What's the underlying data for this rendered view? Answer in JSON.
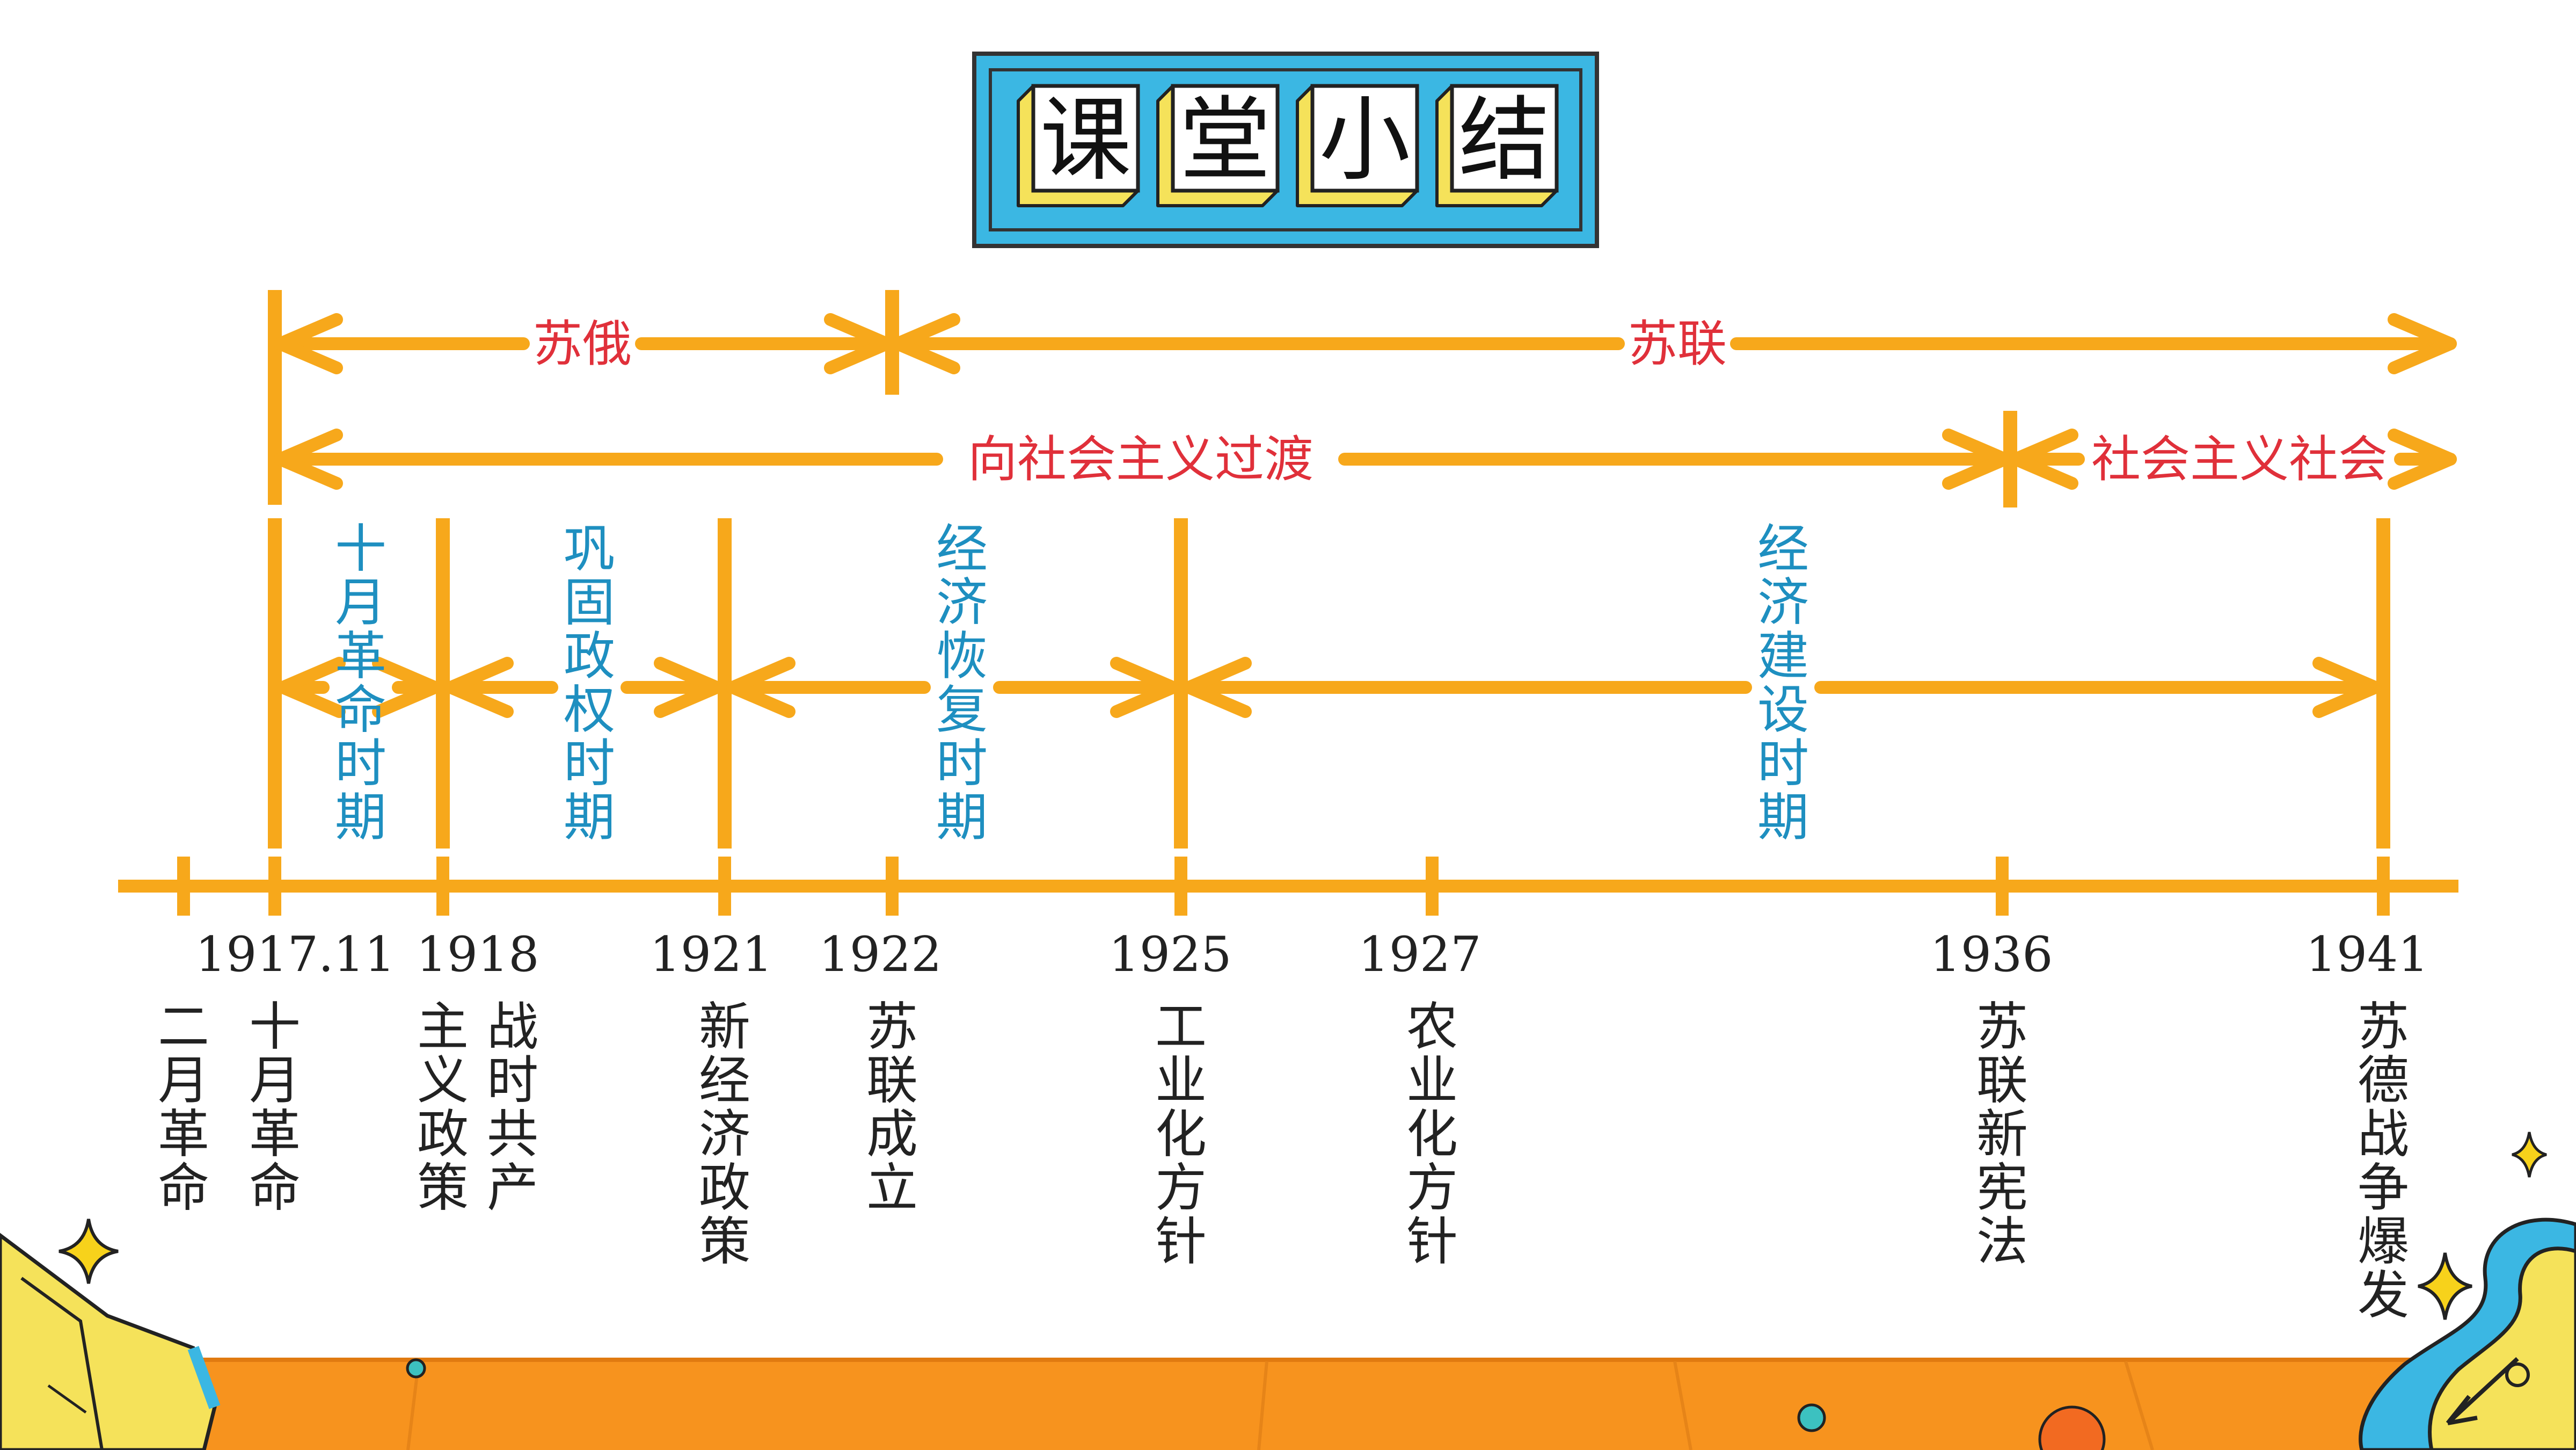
{
  "title": {
    "chars": [
      "课",
      "堂",
      "小",
      "结"
    ]
  },
  "colors": {
    "arrow": "#F7A81B",
    "red_text": "#E0303A",
    "blue_text": "#1E8FC0",
    "title_frame": "#3BB7E3",
    "tile_yellow": "#F5E25A",
    "floor_orange": "#F7931E"
  },
  "bands": {
    "state": [
      {
        "label": "苏俄"
      },
      {
        "label": "苏联"
      }
    ],
    "society": [
      {
        "label": "向社会主义过渡"
      },
      {
        "label": "社会主义社会"
      }
    ]
  },
  "periods": [
    {
      "label": "十月革命时期"
    },
    {
      "label": "巩固政权时期"
    },
    {
      "label": "经济恢复时期"
    },
    {
      "label": "经济建设时期"
    }
  ],
  "timeline": {
    "ticks": [
      {
        "year": "",
        "events": [
          "二月革命"
        ]
      },
      {
        "year": "1917.11",
        "events": [
          "十月革命"
        ]
      },
      {
        "year": "1918",
        "events": [
          "战时共产",
          "主义政策"
        ]
      },
      {
        "year": "1921",
        "events": [
          "新经济政策"
        ]
      },
      {
        "year": "1922",
        "events": [
          "苏联成立"
        ]
      },
      {
        "year": "1925",
        "events": [
          "工业化方针"
        ]
      },
      {
        "year": "1927",
        "events": [
          "农业化方针"
        ]
      },
      {
        "year": "1936",
        "events": [
          "苏联新宪法"
        ]
      },
      {
        "year": "1941",
        "events": [
          "苏德战争爆发"
        ]
      }
    ]
  },
  "decor": {
    "icons": [
      "sparkle-icon",
      "book-icon",
      "clock-icon"
    ]
  }
}
